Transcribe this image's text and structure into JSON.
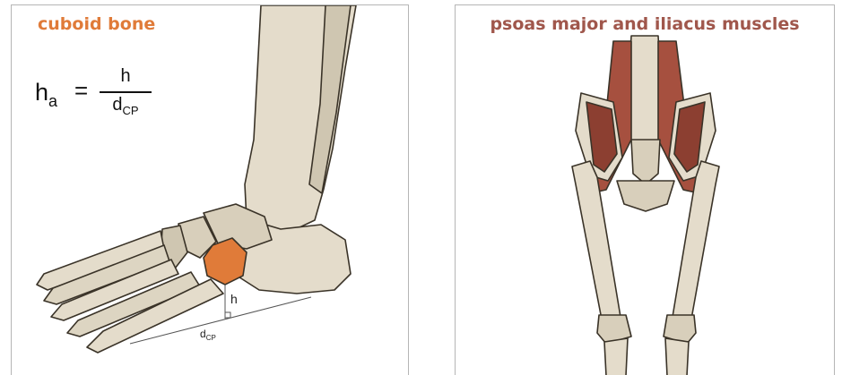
{
  "left_panel": {
    "title": "cuboid bone",
    "title_color": "#e07b39",
    "formula": {
      "lhs_base": "h",
      "lhs_sub": "a",
      "equals": "=",
      "numerator": "h",
      "denominator_base": "d",
      "denominator_sub": "CP"
    },
    "height_label": "h",
    "distance_label_base": "d",
    "distance_label_sub": "CP"
  },
  "right_panel": {
    "title": "psoas major and iliacus muscles",
    "title_color": "#a0574c"
  },
  "colors": {
    "bone_fill": "#e4dccb",
    "bone_shade": "#b0a68f",
    "bone_outline": "#3a3328",
    "cuboid_fill": "#e07b39",
    "muscle_fill": "#a6503f",
    "muscle_shade": "#7a3327"
  }
}
